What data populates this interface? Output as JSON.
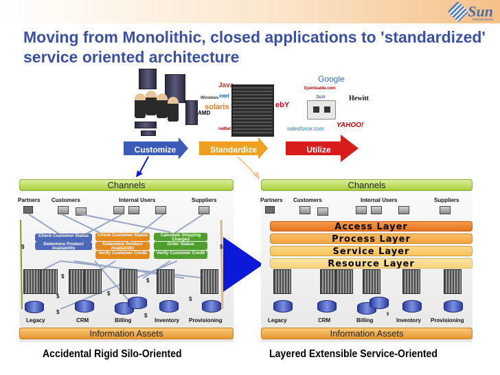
{
  "slide": {
    "title": "Moving from Monolithic, closed applications to 'standardized' service oriented architecture",
    "logo": {
      "brand": "Sun",
      "sub": "microsystems"
    }
  },
  "top_graphic": {
    "steps": [
      {
        "label": "Customize",
        "color": "#3b5bb8"
      },
      {
        "label": "Standardize",
        "color": "#f0a020"
      },
      {
        "label": "Utilize",
        "color": "#d81c1c"
      }
    ],
    "platform_brands": [
      "Java",
      "Windows",
      "intel",
      "AMD",
      "solaris",
      "redhat"
    ],
    "service_brands": [
      "Google",
      "Epenisable.com",
      "Sun",
      "ebY",
      "Hewitt",
      "salesforce.com",
      "YAHOO!"
    ]
  },
  "left": {
    "channels": "Channels",
    "users": [
      "Partners",
      "Customers",
      "Internal Users",
      "Suppliers"
    ],
    "services": [
      [
        "Check Customer Status",
        "Determine Product Availability"
      ],
      [
        "Check Customer Status",
        "Determine Product Availability",
        "Verify Customer Credit"
      ],
      [
        "Calculate Shipping Charges",
        "Order Status",
        "Verify Customer Credit"
      ]
    ],
    "systems": [
      "Legacy",
      "CRM",
      "Billing",
      "Inventory",
      "Provisioning"
    ],
    "info": "Information Assets",
    "caption": "Accidental Rigid Silo-Oriented",
    "dollar": "$"
  },
  "right": {
    "channels": "Channels",
    "users": [
      "Partners",
      "Customers",
      "Internal Users",
      "Suppliers"
    ],
    "layers": [
      {
        "label": "Access Layer",
        "color": "#e8731c"
      },
      {
        "label": "Process Layer",
        "color": "#f2a43a"
      },
      {
        "label": "Service Layer",
        "color": "#f7c25a"
      },
      {
        "label": "Resource Layer",
        "color": "#f9d47a"
      }
    ],
    "systems": [
      "Legacy",
      "CRM",
      "Billing",
      "Inventory",
      "Provisioning"
    ],
    "info": "Information Assets",
    "caption": "Layered Extensible Service-Oriented",
    "dollar": "$"
  }
}
